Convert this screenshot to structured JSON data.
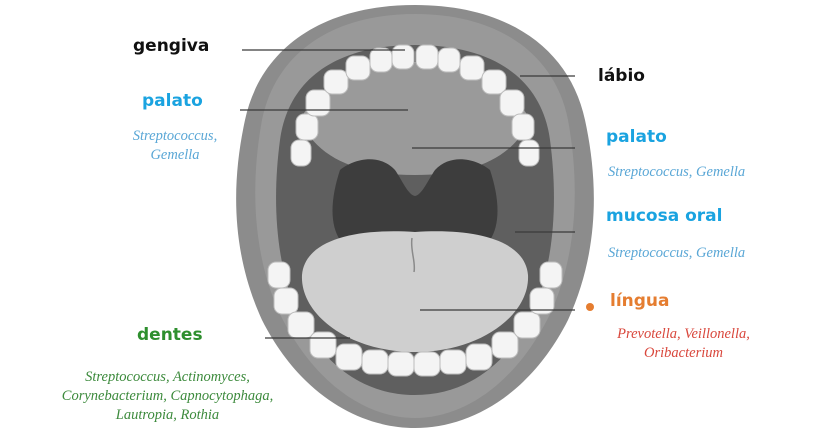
{
  "labels": {
    "gengiva": "gengiva",
    "labio": "lábio",
    "palato_left": "palato",
    "palato_right": "palato",
    "mucosa_oral": "mucosa oral",
    "lingua": "língua",
    "dentes": "dentes"
  },
  "bacteria": {
    "palato_left": [
      "Streptococcus,",
      "Gemella"
    ],
    "palato_right": [
      "Streptococcus, Gemella"
    ],
    "mucosa_oral": [
      "Streptococcus, Gemella"
    ],
    "lingua": [
      "Prevotella, Veillonella,",
      "Oribacterium"
    ],
    "dentes": [
      "Streptococcus, Actinomyces,",
      "Corynebacterium, Capnocytophaga,",
      "Lautropia, Rothia"
    ]
  },
  "colors": {
    "structure_label": "#111111",
    "palato_mucosa_label": "#1aa3e0",
    "lingua_label": "#e57d30",
    "dentes_label": "#2e8f2e",
    "palato_mucosa_bacteria": "#5aa7d6",
    "lingua_bacteria": "#d9473c",
    "dentes_bacteria": "#3c8a3c"
  }
}
